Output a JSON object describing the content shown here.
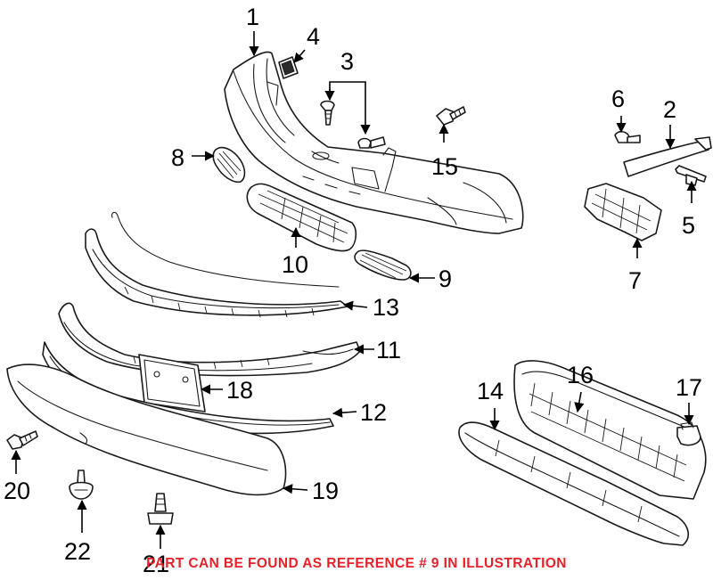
{
  "callouts": {
    "c1": "1",
    "c2": "2",
    "c3": "3",
    "c4": "4",
    "c5": "5",
    "c6": "6",
    "c7": "7",
    "c8": "8",
    "c9": "9",
    "c10": "10",
    "c11": "11",
    "c12": "12",
    "c13": "13",
    "c14": "14",
    "c15": "15",
    "c16": "16",
    "c17": "17",
    "c18": "18",
    "c19": "19",
    "c20": "20",
    "c21": "21",
    "c22": "22"
  },
  "notice": {
    "text": "PART CAN BE FOUND AS REFERENCE # 9 IN ILLUSTRATION",
    "color": "#e8202a"
  }
}
